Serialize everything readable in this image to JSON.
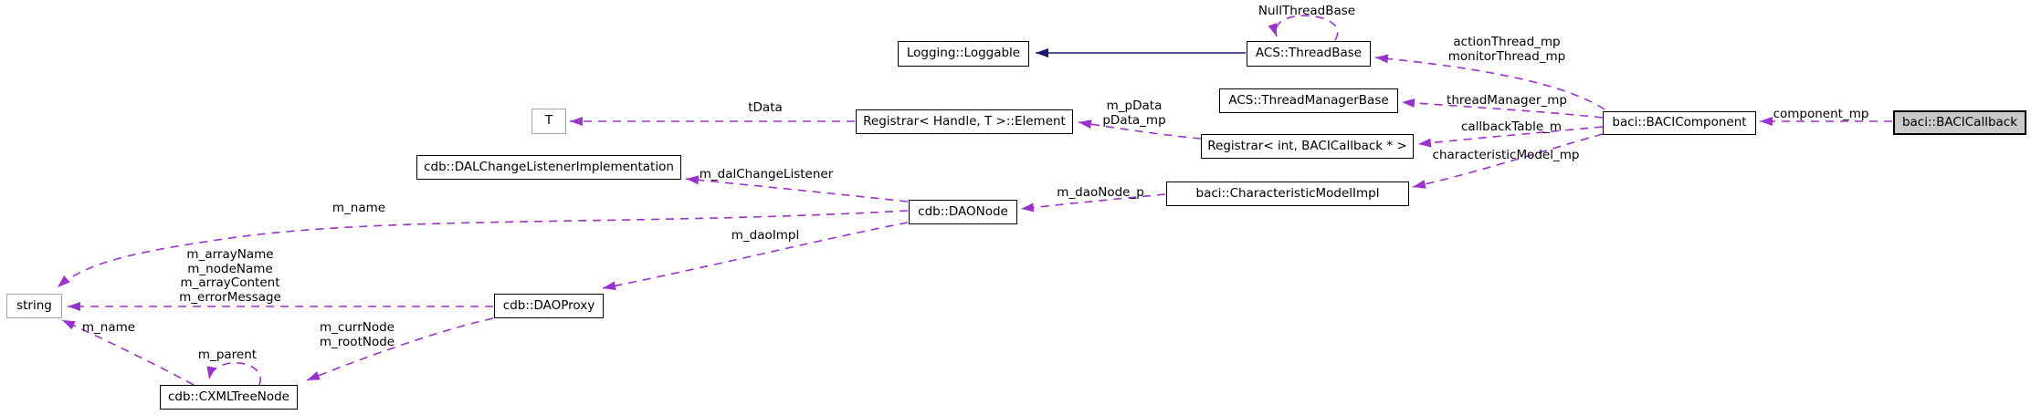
{
  "diagram": {
    "kind": "doxygen-collaboration-graph",
    "focus_node": "baci::BACICallback",
    "colors": {
      "association_edge": "#9a32cd",
      "inheritance_edge": "#191970",
      "node_fill": "#ffffff",
      "node_border": "#000000",
      "external_node_border": "#a6a6a6",
      "focus_node_fill": "#c9c9c9",
      "background": "#ffffff",
      "text": "#000000"
    }
  },
  "nodes": {
    "logging_loggable": {
      "label": "Logging::Loggable"
    },
    "acs_thread_base": {
      "label": "ACS::ThreadBase"
    },
    "acs_thread_manager_base": {
      "label": "ACS::ThreadManagerBase"
    },
    "registrar_element": {
      "label": "Registrar< Handle, T >::Element"
    },
    "registrar_int_bacicallback": {
      "label": "Registrar< int, BACICallback * >"
    },
    "baci_bacicomponent": {
      "label": "baci::BACIComponent"
    },
    "baci_bacicallback": {
      "label": "baci::BACICallback"
    },
    "t": {
      "label": "T"
    },
    "cdb_dal_change_listener_implementation": {
      "label": "cdb::DALChangeListenerImplementation"
    },
    "cdb_daonode": {
      "label": "cdb::DAONode"
    },
    "baci_characteristic_model_impl": {
      "label": "baci::CharacteristicModelImpl"
    },
    "string": {
      "label": "string"
    },
    "cdb_daoproxy": {
      "label": "cdb::DAOProxy"
    },
    "cdb_cxml_tree_node": {
      "label": "cdb::CXMLTreeNode"
    }
  },
  "edge_labels": {
    "null_thread_base": "NullThreadBase",
    "action_thread_mp": "actionThread_mp",
    "monitor_thread_mp": "monitorThread_mp",
    "thread_manager_mp": "threadManager_mp",
    "m_p_data": "m_pData",
    "p_data_mp": "pData_mp",
    "callback_table_m": "callbackTable_m",
    "characteristic_model_mp": "characteristicModel_mp",
    "component_mp": "component_mp",
    "t_data": "tData",
    "m_dal_change_listener": "m_dalChangeListener",
    "m_dao_node_p": "m_daoNode_p",
    "m_name_daonode": "m_name",
    "m_dao_impl": "m_daoImpl",
    "m_array_name": "m_arrayName",
    "m_node_name": "m_nodeName",
    "m_array_content": "m_arrayContent",
    "m_error_message": "m_errorMessage",
    "m_curr_node": "m_currNode",
    "m_root_node": "m_rootNode",
    "m_name_treenode": "m_name",
    "m_parent": "m_parent"
  },
  "edges": [
    {
      "from": "ACS::ThreadBase",
      "to": "ACS::ThreadBase",
      "label": "NullThreadBase",
      "style": "dashed"
    },
    {
      "from": "ACS::ThreadBase",
      "to": "Logging::Loggable",
      "label": "",
      "style": "solid-inheritance"
    },
    {
      "from": "baci::BACIComponent",
      "to": "ACS::ThreadBase",
      "label": "actionThread_mp monitorThread_mp",
      "style": "dashed"
    },
    {
      "from": "baci::BACIComponent",
      "to": "ACS::ThreadManagerBase",
      "label": "threadManager_mp",
      "style": "dashed"
    },
    {
      "from": "baci::BACIComponent",
      "to": "Registrar< int, BACICallback * >",
      "label": "callbackTable_m",
      "style": "dashed"
    },
    {
      "from": "baci::BACIComponent",
      "to": "baci::CharacteristicModelImpl",
      "label": "characteristicModel_mp",
      "style": "dashed"
    },
    {
      "from": "baci::BACICallback",
      "to": "baci::BACIComponent",
      "label": "component_mp",
      "style": "dashed"
    },
    {
      "from": "Registrar< int, BACICallback * >",
      "to": "Registrar< Handle, T >::Element",
      "label": "m_pData pData_mp",
      "style": "dashed"
    },
    {
      "from": "Registrar< Handle, T >::Element",
      "to": "T",
      "label": "tData",
      "style": "dashed"
    },
    {
      "from": "baci::CharacteristicModelImpl",
      "to": "cdb::DAONode",
      "label": "m_daoNode_p",
      "style": "dashed"
    },
    {
      "from": "cdb::DAONode",
      "to": "cdb::DALChangeListenerImplementation",
      "label": "m_dalChangeListener",
      "style": "dashed"
    },
    {
      "from": "cdb::DAONode",
      "to": "string",
      "label": "m_name",
      "style": "dashed"
    },
    {
      "from": "cdb::DAONode",
      "to": "cdb::DAOProxy",
      "label": "m_daoImpl",
      "style": "dashed"
    },
    {
      "from": "cdb::DAOProxy",
      "to": "string",
      "label": "m_arrayName m_nodeName m_arrayContent m_errorMessage",
      "style": "dashed"
    },
    {
      "from": "cdb::DAOProxy",
      "to": "cdb::CXMLTreeNode",
      "label": "m_currNode m_rootNode",
      "style": "dashed"
    },
    {
      "from": "cdb::CXMLTreeNode",
      "to": "string",
      "label": "m_name",
      "style": "dashed"
    },
    {
      "from": "cdb::CXMLTreeNode",
      "to": "cdb::CXMLTreeNode",
      "label": "m_parent",
      "style": "dashed"
    }
  ]
}
